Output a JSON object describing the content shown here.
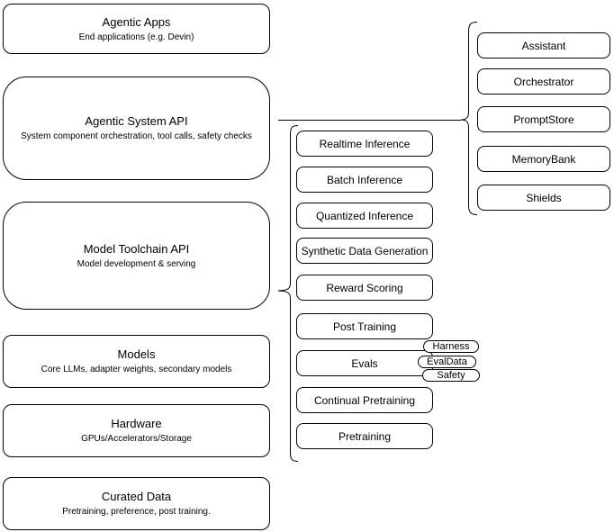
{
  "diagram": {
    "stack": [
      {
        "title": "Agentic Apps",
        "subtitle": "End applications (e.g. Devin)"
      },
      {
        "title": "Agentic System API",
        "subtitle": "System component orchestration, tool calls, safety checks"
      },
      {
        "title": "Model Toolchain API",
        "subtitle": "Model development & serving"
      },
      {
        "title": "Models",
        "subtitle": "Core LLMs, adapter weights, secondary models"
      },
      {
        "title": "Hardware",
        "subtitle": "GPUs/Accelerators/Storage"
      },
      {
        "title": "Curated Data",
        "subtitle": "Pretraining, preference, post training."
      }
    ],
    "toolchain_nodes": [
      "Realtime Inference",
      "Batch Inference",
      "Quantized Inference",
      "Synthetic Data Generation",
      "Reward Scoring",
      "Post Training",
      "Evals",
      "Continual Pretraining",
      "Pretraining"
    ],
    "evals_tags": [
      "Harness",
      "EvalData",
      "Safety"
    ],
    "system_nodes": [
      "Assistant",
      "Orchestrator",
      "PromptStore",
      "MemoryBank",
      "Shields"
    ],
    "colors": {
      "stroke": "#000000",
      "fill": "#ffffff",
      "text": "#000000"
    }
  }
}
